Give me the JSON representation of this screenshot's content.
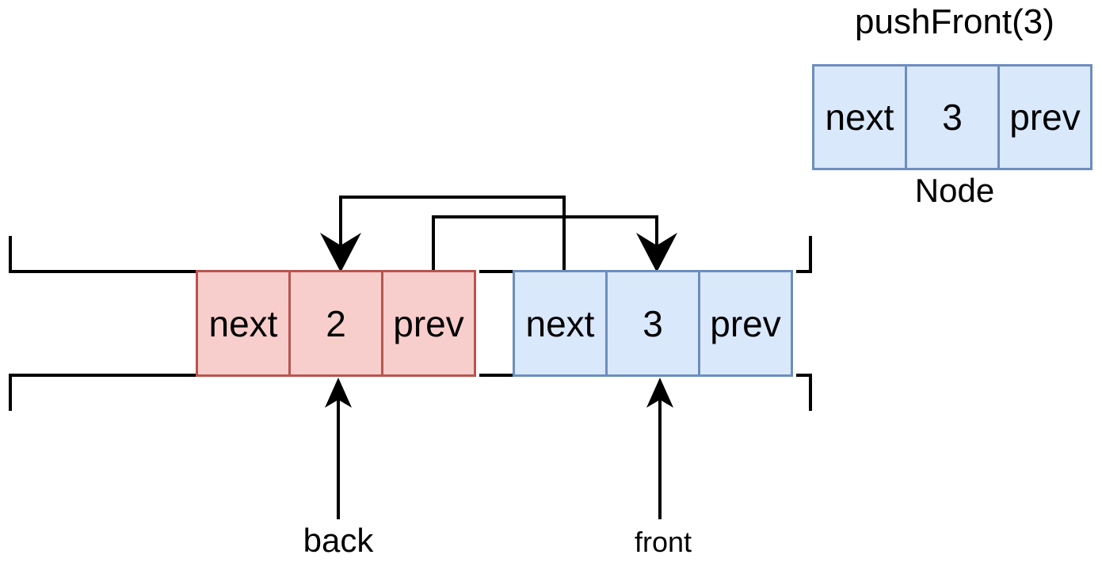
{
  "header": {
    "operation_label": "pushFront(3)"
  },
  "new_node": {
    "caption": "Node",
    "cells": {
      "next": "next",
      "value": "3",
      "prev": "prev"
    }
  },
  "deque": {
    "back_node": {
      "cells": {
        "next": "next",
        "value": "2",
        "prev": "prev"
      }
    },
    "front_node": {
      "cells": {
        "next": "next",
        "value": "3",
        "prev": "prev"
      }
    },
    "back_label": "back",
    "front_label": "front"
  },
  "colors": {
    "back_node_fill": "#f8cecc",
    "back_node_border": "#b85450",
    "front_node_fill": "#dae8fc",
    "front_node_border": "#6c8ebf",
    "wire_color": "#000000",
    "text_color": "#000000",
    "background": "#ffffff"
  }
}
